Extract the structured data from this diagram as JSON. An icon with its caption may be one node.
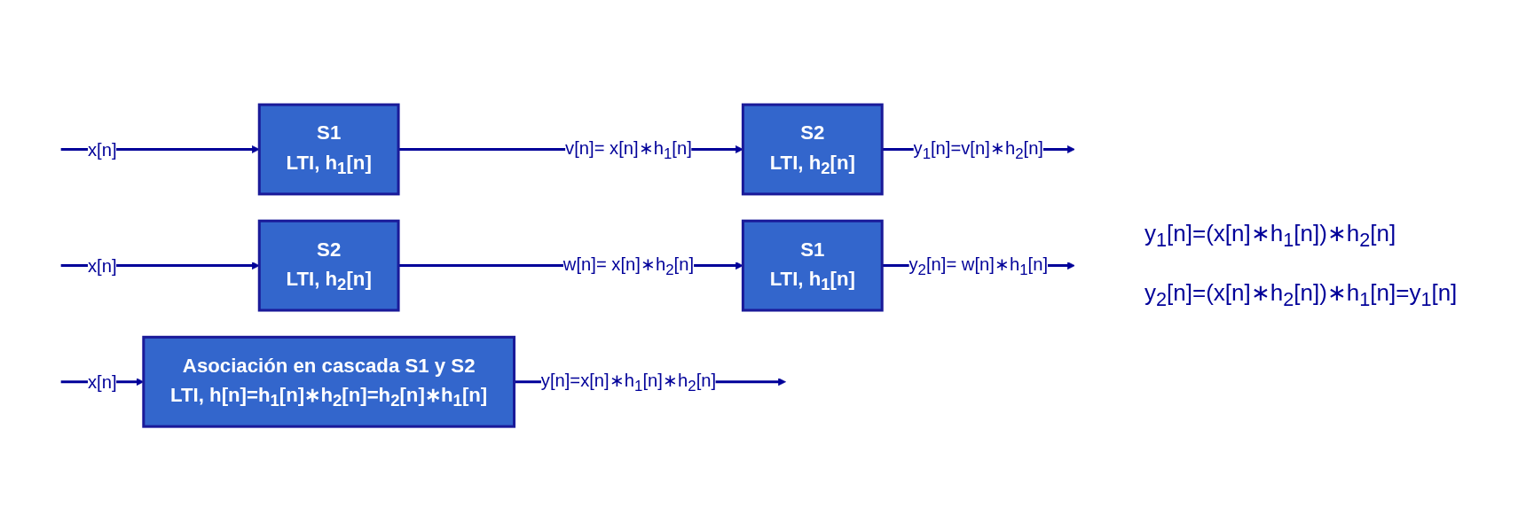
{
  "diagram": {
    "nodes": [
      {
        "text": [
          "S1",
          "LTI, h$_{1}$[n]"
        ]
      },
      {
        "text": [
          "S2",
          "LTI, h$_{2}$[n]"
        ]
      },
      {
        "text": [
          "S2",
          "LTI, h$_{2}$[n]"
        ]
      },
      {
        "text": [
          "S1",
          "LTI, h$_{1}$[n]"
        ]
      },
      {
        "text": [
          "Asociación en cascada S1 y S2",
          "LTI, h[n]=h$_{1}$[n]∗h$_{2}$[n]=h$_{2}$[n]∗h$_{1}$[n]"
        ]
      }
    ],
    "edges": [
      {
        "from": null,
        "to": 0,
        "arrow": "to",
        "label": "x[n]"
      },
      {
        "from": 0,
        "to": 1,
        "arrow": "to",
        "label": "v[n]= x[n]∗h$_{1}$[n]"
      },
      {
        "from": 1,
        "to": null,
        "arrow": "to",
        "label": "y$_{1}$[n]=v[n]∗h$_{2}$[n]"
      },
      {
        "from": null,
        "to": 2,
        "arrow": "to",
        "label": "x[n]"
      },
      {
        "from": 2,
        "to": 3,
        "arrow": "to",
        "label": "w[n]= x[n]∗h$_{2}$[n]"
      },
      {
        "from": 3,
        "to": null,
        "arrow": "to",
        "label": "y$_{2}$[n]= w[n]∗h$_{1}$[n]"
      },
      {
        "from": null,
        "to": 4,
        "arrow": "to",
        "label": "x[n]"
      },
      {
        "from": 4,
        "to": null,
        "arrow": "to",
        "label": "y[n]=x[n]∗h$_{1}$[n]∗h$_{2}$[n]"
      }
    ],
    "labels": [
      "y$_{1}$[n]=(x[n]∗h$_{1}$[n])∗h$_{2}$[n]",
      "y$_{2}$[n]=(x[n]∗h$_{2}$[n])∗h$_{1}$[n]=y$_{1}$[n]"
    ]
  }
}
